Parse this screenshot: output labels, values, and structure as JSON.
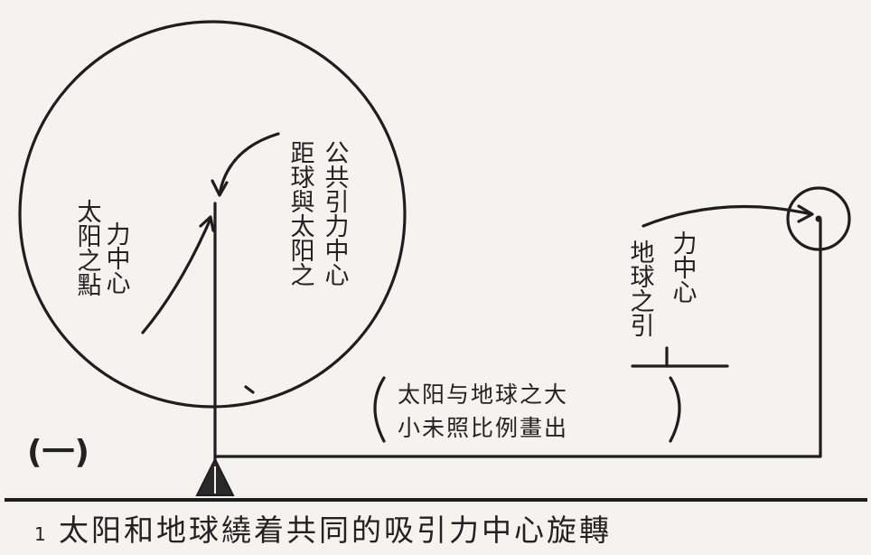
{
  "figure_label": "(一)",
  "sun_labels": {
    "sun_column_1": "公共引力中心",
    "sun_column_2": "距球與太阳之",
    "inner_column_1": "力中心",
    "inner_column_2": "太阳之點"
  },
  "earth_labels": {
    "earth_column_1": "力中心",
    "earth_column_2": "地球之引"
  },
  "note": {
    "line_1": "太阳与地球之大",
    "line_2": "小未照比例畫出"
  },
  "caption": {
    "marker": "1",
    "text": "太阳和地球繞着共同的吸引力中心旋轉"
  }
}
